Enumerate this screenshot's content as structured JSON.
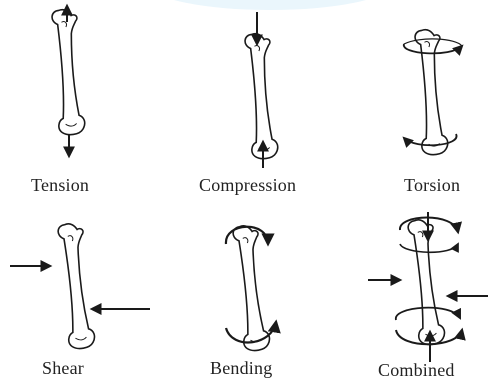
{
  "labels": {
    "tension": "Tension",
    "compression": "Compression",
    "torsion": "Torsion",
    "shear": "Shear",
    "bending": "Bending",
    "combined": "Combined"
  },
  "colors": {
    "ink": "#1a1a1a",
    "bone_fill": "#ffffff",
    "highlight": "#eaf6fc"
  }
}
